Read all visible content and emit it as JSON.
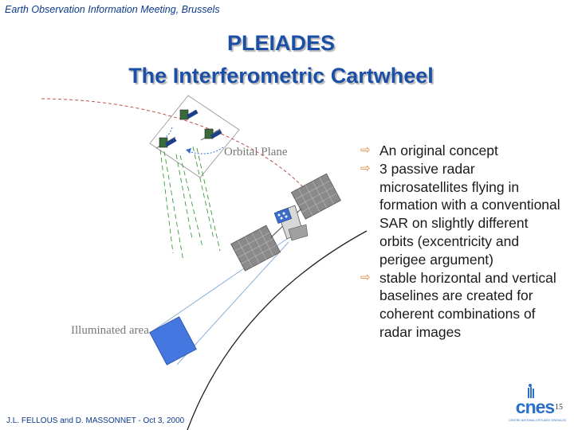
{
  "header": {
    "event": "Earth Observation Information Meeting, Brussels"
  },
  "title": {
    "line1": "PLEIADES",
    "line2": "The Interferometric Cartwheel"
  },
  "diagram": {
    "orbital_plane_label": "Orbital Plane",
    "illuminated_area_label": "Illuminated area"
  },
  "bullets": [
    "An original concept",
    "3 passive radar microsatellites flying in formation with a conventional SAR on slightly different orbits (excentricity and perigee argument)",
    "stable horizontal and vertical baselines are created for coherent combinations of radar images"
  ],
  "bullet_icon": "arrow-right-icon",
  "footer": {
    "authors": "J.L. FELLOUS and D. MASSONNET - Oct 3, 2000"
  },
  "page_number": "15",
  "logo": {
    "word": "cnes",
    "caption": "CENTRE NATIONAL D'ÉTUDES SPATIALES"
  },
  "colors": {
    "title": "#1b4fa6",
    "header_text": "#0b3a8a",
    "bullet_arrow": "#e38b3a",
    "illuminated_area": "#4477e0",
    "beam": "#8ab0d8",
    "ground_track": "#3a9a3a",
    "orbit_dashed": "#c0504d"
  }
}
